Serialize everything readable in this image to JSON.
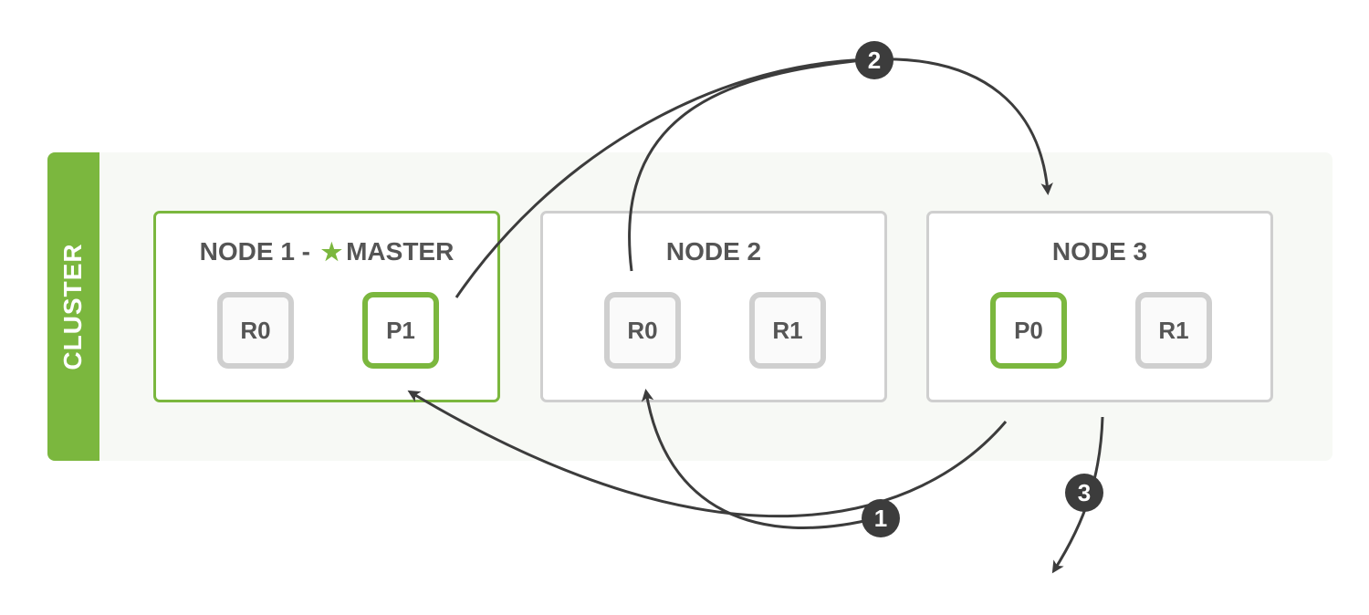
{
  "cluster": {
    "label": "CLUSTER"
  },
  "nodes": [
    {
      "title": "NODE 1 - ",
      "master_label": "MASTER",
      "is_master": true,
      "shards": [
        {
          "label": "R0",
          "kind": "replica"
        },
        {
          "label": "P1",
          "kind": "primary"
        }
      ]
    },
    {
      "title": "NODE 2",
      "is_master": false,
      "shards": [
        {
          "label": "R0",
          "kind": "replica"
        },
        {
          "label": "R1",
          "kind": "replica"
        }
      ]
    },
    {
      "title": "NODE 3",
      "is_master": false,
      "shards": [
        {
          "label": "P0",
          "kind": "primary"
        },
        {
          "label": "R1",
          "kind": "replica"
        }
      ]
    }
  ],
  "steps": [
    "1",
    "2",
    "3"
  ],
  "colors": {
    "accent": "#7bb73e",
    "border": "#cfcfcf",
    "text": "#555555",
    "arrow": "#3c3c3c",
    "cluster_bg": "#f7f9f5"
  },
  "icons": {
    "master": "star-icon"
  }
}
